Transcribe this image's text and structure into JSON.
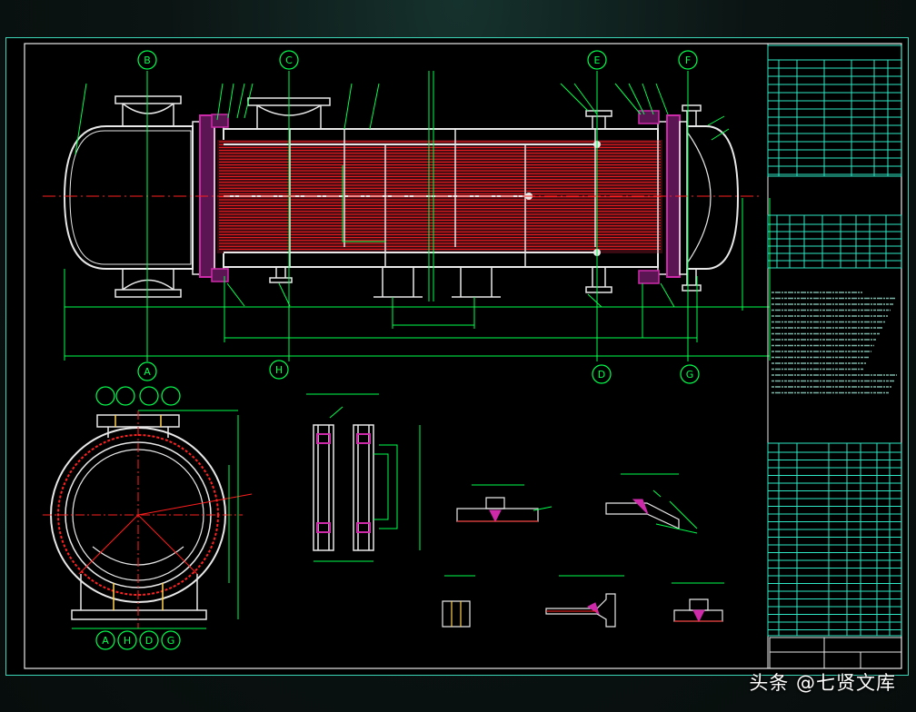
{
  "drawing": {
    "view_labels_top": [
      "B",
      "C",
      "E",
      "F"
    ],
    "view_labels_bottom": [
      "A",
      "H",
      "D",
      "G"
    ],
    "nozzle_bubbles_left": [
      "",
      "",
      "",
      ""
    ],
    "section_bubbles_bottom_left": [
      "A",
      "H",
      "D",
      "G"
    ]
  },
  "detail_titles": {
    "saddle": "",
    "weld_1": "",
    "weld_2": "",
    "weld_3": "",
    "weld_4": "",
    "weld_5": ""
  },
  "title_block": {
    "notes_heading": ""
  },
  "watermark": "头条 @七贤文库",
  "colors": {
    "line_green": "#00ff4c",
    "line_white": "#e8e8e8",
    "tube_red": "#ff2020",
    "flange_magenta": "#cc2aa9",
    "table_cyan": "#2ee8c6",
    "center_red": "#ff1e1e"
  }
}
